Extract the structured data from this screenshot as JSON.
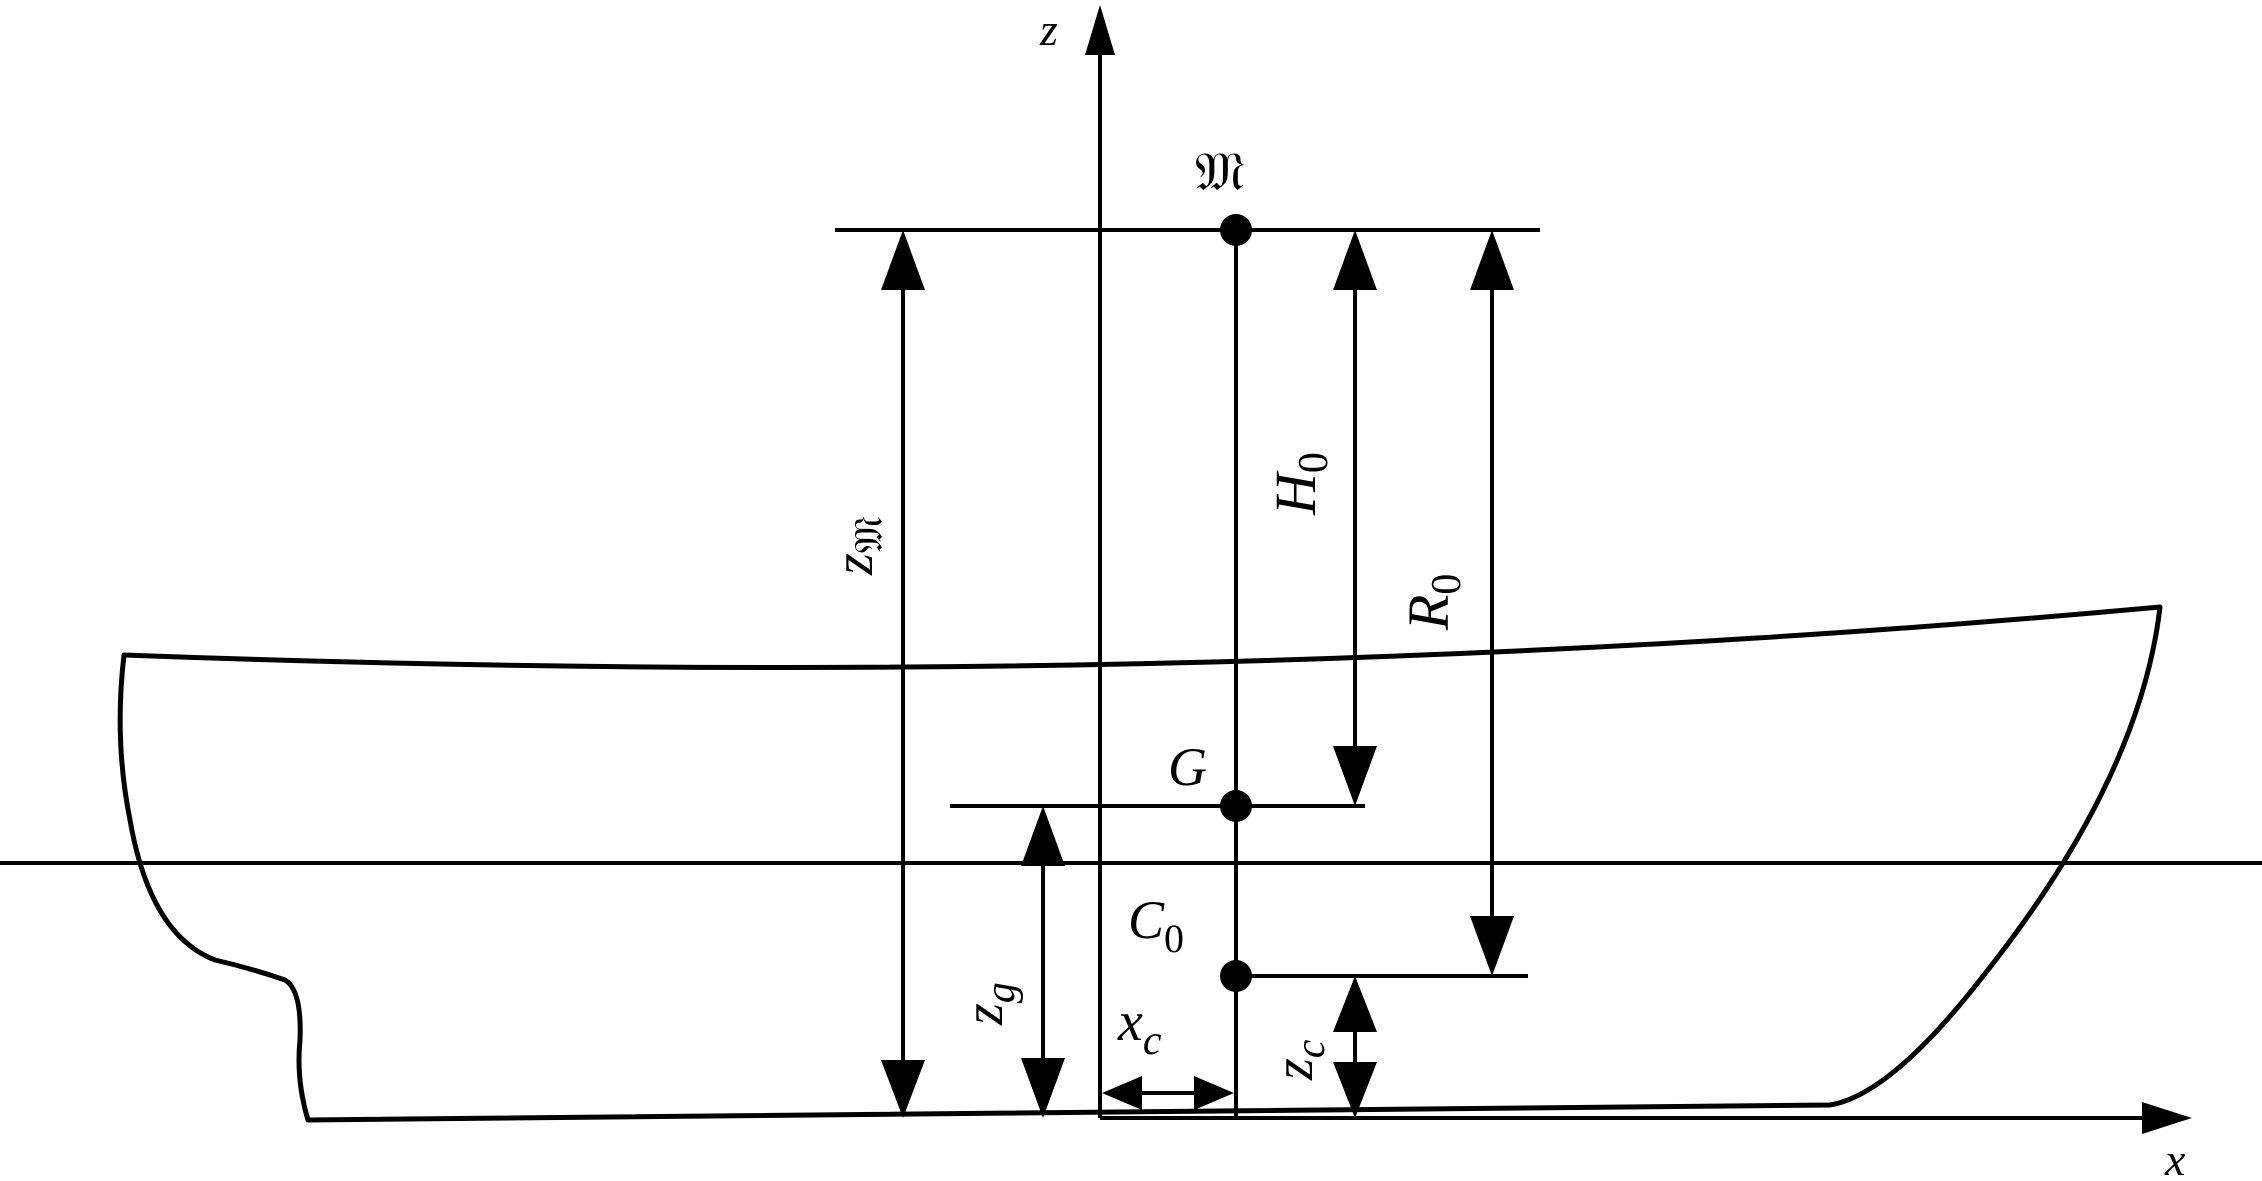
{
  "axes": {
    "z_label": "z",
    "x_label": "x"
  },
  "points": {
    "metacenter": "𝔐",
    "gravity": "G",
    "buoyancy_main": "C",
    "buoyancy_sub": "0"
  },
  "dimensions": {
    "z_metacenter_main": "z",
    "z_metacenter_sub": "𝔐",
    "h0_main": "H",
    "h0_sub": "0",
    "r0_main": "R",
    "r0_sub": "0",
    "zg_main": "z",
    "zg_sub": "g",
    "zc_main": "z",
    "zc_sub": "c",
    "xc_main": "x",
    "xc_sub": "c"
  }
}
